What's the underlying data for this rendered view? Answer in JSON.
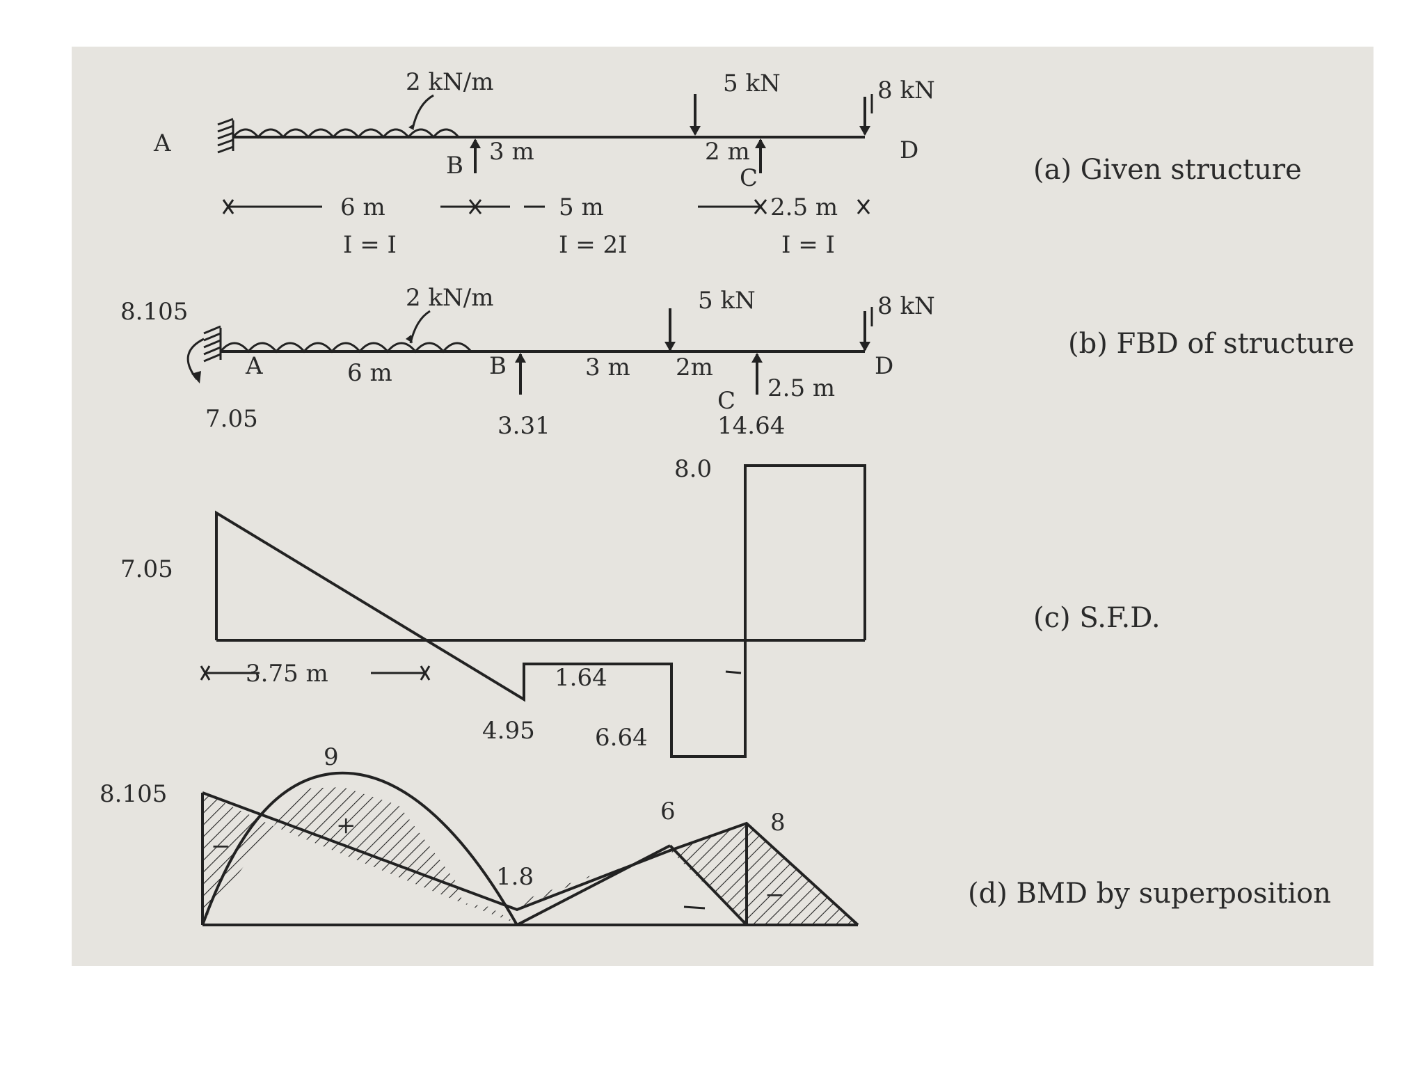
{
  "captions": {
    "a": "(a) Given structure",
    "b": "(b) FBD of structure",
    "c": "(c) S.F.D.",
    "d": "(d) BMD by superposition"
  },
  "fig_a": {
    "udl": "2 kN/m",
    "load_c": "5 kN",
    "load_d": "8 kN",
    "node_a": "A",
    "node_b": "B",
    "node_c": "C",
    "node_d": "D",
    "span_ab": "6 m",
    "span_bc": "5 m",
    "span_cd": "2.5 m",
    "seg_b": "3 m",
    "seg_c": "2 m",
    "i_ab": "I = I",
    "i_bc": "I = 2I",
    "i_cd": "I = I"
  },
  "fig_b": {
    "moment_a": "8.105",
    "udl": "2 kN/m",
    "load_c": "5 kN",
    "load_d": "8 kN",
    "node_a": "A",
    "node_b": "B",
    "node_c": "C",
    "node_d": "D",
    "len_ab": "6 m",
    "len_3": "3 m",
    "len_2": "2m",
    "len_cd": "2.5 m",
    "r_a": "7.05",
    "r_b": "3.31",
    "r_c": "14.64"
  },
  "sfd": {
    "v_a": "7.05",
    "v_b_left": "4.95",
    "v_b_right": "1.64",
    "v_load": "6.64",
    "v_c_right": "8.0",
    "zero_dist": "3.75 m"
  },
  "bmd": {
    "m_a": "8.105",
    "m_span_ab": "9",
    "m_b": "1.8",
    "m_load": "6",
    "m_c": "8",
    "sign_plus": "+",
    "sign_minus_a": "−",
    "sign_minus_c": "−"
  }
}
